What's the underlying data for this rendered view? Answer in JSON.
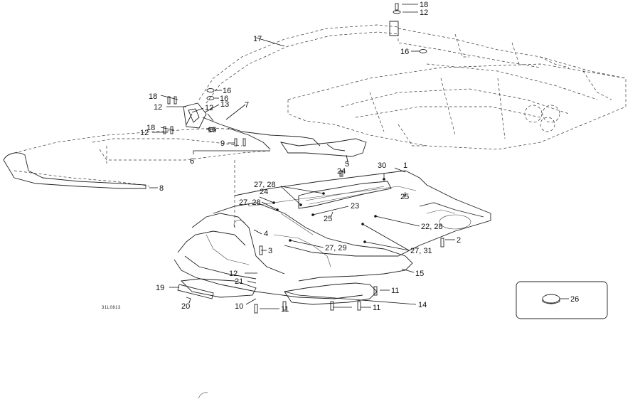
{
  "drawing_code": "31L0813",
  "callouts": [
    {
      "id": "c18a",
      "text": "18"
    },
    {
      "id": "c12a",
      "text": "12"
    },
    {
      "id": "c17",
      "text": "17"
    },
    {
      "id": "c16a",
      "text": "16"
    },
    {
      "id": "c16b",
      "text": "16"
    },
    {
      "id": "c16c",
      "text": "16"
    },
    {
      "id": "c18b",
      "text": "18"
    },
    {
      "id": "c12b",
      "text": "12"
    },
    {
      "id": "c12c",
      "text": "12"
    },
    {
      "id": "c13",
      "text": "13"
    },
    {
      "id": "c7",
      "text": "7"
    },
    {
      "id": "c18c",
      "text": "18"
    },
    {
      "id": "c12d",
      "text": "12"
    },
    {
      "id": "c16d",
      "text": "16"
    },
    {
      "id": "c9",
      "text": "9"
    },
    {
      "id": "c6",
      "text": "6"
    },
    {
      "id": "c5",
      "text": "5"
    },
    {
      "id": "c8",
      "text": "8"
    },
    {
      "id": "c24a",
      "text": "24"
    },
    {
      "id": "c30",
      "text": "30"
    },
    {
      "id": "c1",
      "text": "1"
    },
    {
      "id": "c2728a",
      "text": "27, 28"
    },
    {
      "id": "c24b",
      "text": "24"
    },
    {
      "id": "c25a",
      "text": "25"
    },
    {
      "id": "c2728b",
      "text": "27, 28"
    },
    {
      "id": "c23",
      "text": "23"
    },
    {
      "id": "c25b",
      "text": "25"
    },
    {
      "id": "c2228",
      "text": "22, 28"
    },
    {
      "id": "c4",
      "text": "4"
    },
    {
      "id": "c2",
      "text": "2"
    },
    {
      "id": "c3",
      "text": "3"
    },
    {
      "id": "c2729",
      "text": "27, 29"
    },
    {
      "id": "c2731",
      "text": "27, 31"
    },
    {
      "id": "c12e",
      "text": "12"
    },
    {
      "id": "c15",
      "text": "15"
    },
    {
      "id": "c21",
      "text": "21"
    },
    {
      "id": "c19",
      "text": "19"
    },
    {
      "id": "c11a",
      "text": "11"
    },
    {
      "id": "c10",
      "text": "10"
    },
    {
      "id": "c11b",
      "text": "11"
    },
    {
      "id": "c11c",
      "text": "11"
    },
    {
      "id": "c14",
      "text": "14"
    },
    {
      "id": "c20",
      "text": "20"
    },
    {
      "id": "c26",
      "text": "26"
    }
  ]
}
